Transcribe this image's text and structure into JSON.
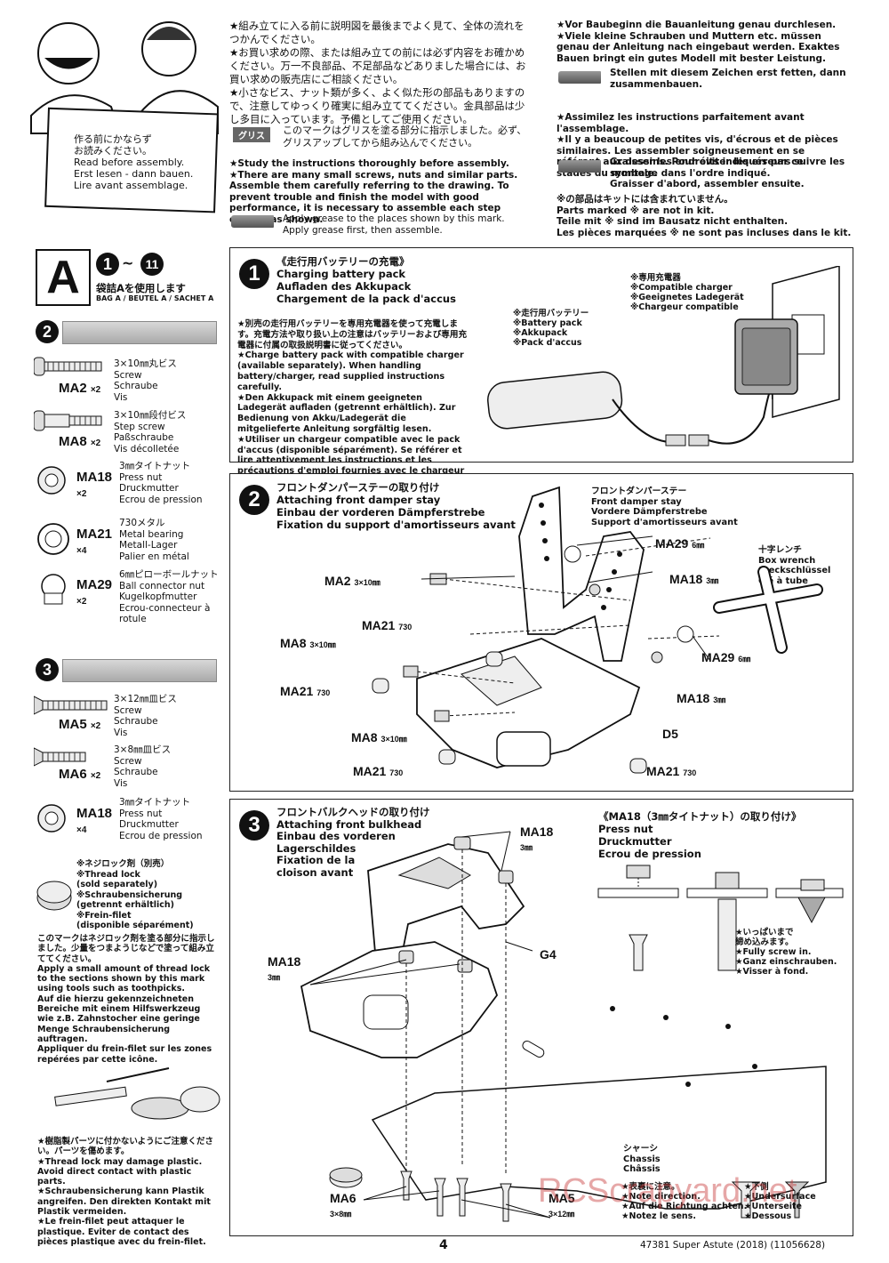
{
  "intro": {
    "jp_caution": "★組み立てに入る前に説明図を最後までよく見て、全体の流れをつかんでください。\n★お買い求めの際、または組み立ての前には必ず内容をお確かめください。万一不良部品、不足部品などありました場合には、お買い求めの販売店にご相談ください。\n★小さなビス、ナット類が多く、よく似た形の部品もありますので、注意してゆっくり確実に組み立ててください。金具部品は少し多目に入っています。予備としてご使用ください。",
    "jp_grease_badge": "グリス",
    "jp_grease": "このマークはグリスを塗る部分に指示しました。必ず、グリスアップしてから組み込んでください。",
    "en_caution": "★Study the instructions thoroughly before assembly.\n★There are many small screws, nuts and similar parts. Assemble them carefully referring to the drawing. To prevent trouble and finish the model with good performance, it is necessary to assemble each step exactly as shown.",
    "en_grease": "Apply grease to the places shown by this mark.\nApply grease first, then assemble.",
    "de_caution": "★Vor Baubeginn die Bauanleitung genau durchlesen.\n★Viele kleine Schrauben und Muttern etc. müssen genau der Anleitung nach eingebaut werden. Exaktes Bauen bringt ein gutes Modell mit bester Leistung.",
    "de_grease": "Stellen mit diesem Zeichen erst fetten, dann zusammenbauen.",
    "fr_caution": "★Assimilez les instructions parfaitement avant l'assemblage.\n★Il y a beaucoup de petites vis, d'écrous et de pièces similaires. Les assembler soigneusement en se référant aux dessins. Pour éviter les erreurs suivre les stades du montage dans l'ordre indiqué.",
    "fr_grease": "Graisser les endroits indiqués par ce symbole.\nGraisser d'abord, assembler ensuite.",
    "notincluded": "※の部品はキットには含まれていません。\nParts marked ※ are not in kit.\nTeile mit ※ sind im Bausatz nicht enthalten.\nLes pièces marquées ※ ne sont pas incluses dans le kit.",
    "board_text": "作る前にかならず\nお読みください。\nRead before assembly.\nErst lesen - dann bauen.\nLire avant assemblage."
  },
  "bag": {
    "letter": "A",
    "range_start": "1",
    "range_sep": "~",
    "range_end": "11",
    "jp": "袋詰Aを使用します",
    "sub": "BAG A / BEUTEL A / SACHET A"
  },
  "parts_step2": {
    "num": "2",
    "items": [
      {
        "code": "MA2",
        "qty": "×2",
        "desc": "3×10㎜丸ビス\nScrew\nSchraube\nVis"
      },
      {
        "code": "MA8",
        "qty": "×2",
        "desc": "3×10㎜段付ビス\nStep screw\nPaßschraube\nVis décolletée"
      },
      {
        "code": "MA18",
        "qty": "×2",
        "desc": "3㎜タイトナット\nPress nut\nDruckmutter\nEcrou de pression"
      },
      {
        "code": "MA21",
        "qty": "×4",
        "desc": "730メタル\nMetal bearing\nMetall-Lager\nPalier en métal"
      },
      {
        "code": "MA29",
        "qty": "×2",
        "desc": "6㎜ピローボールナット\nBall connector nut\nKugelkopfmutter\nEcrou-connecteur à rotule"
      }
    ]
  },
  "parts_step3": {
    "num": "3",
    "items": [
      {
        "code": "MA5",
        "qty": "×2",
        "desc": "3×12㎜皿ビス\nScrew\nSchraube\nVis"
      },
      {
        "code": "MA6",
        "qty": "×2",
        "desc": "3×8㎜皿ビス\nScrew\nSchraube\nVis"
      },
      {
        "code": "MA18",
        "qty": "×4",
        "desc": "3㎜タイトナット\nPress nut\nDruckmutter\nEcrou de pression"
      }
    ]
  },
  "threadlock": {
    "label": "※ネジロック剤（別売）\n※Thread lock\n(sold separately)\n※Schraubensicherung\n(getrennt erhältlich)\n※Frein-filet\n(disponible séparément)",
    "instructions": "このマークはネジロック剤を塗る部分に指示しました。少量をつまようじなどで塗って組み立ててください。\nApply a small amount of thread lock to the sections shown by this mark using tools such as toothpicks.\nAuf die hierzu gekennzeichneten Bereiche mit einem Hilfswerkzeug wie z.B. Zahnstocher eine geringe Menge Schraubensicherung auftragen.\nAppliquer du frein-filet sur les zones repérées par cette icône.",
    "warning": "★樹脂製パーツに付かないようにご注意ください。パーツを傷めます。\n★Thread lock may damage plastic. Avoid direct contact with plastic parts.\n★Schraubensicherung kann Plastik angreifen. Den direkten Kontakt mit Plastik vermeiden.\n★Le frein-filet peut attaquer le plastique. Eviter de contact des pièces plastique avec du frein-filet."
  },
  "step1": {
    "num": "1",
    "title": "《走行用バッテリーの充電》\nCharging battery pack\nAufladen des Akkupack\nChargement de la pack d'accus",
    "body": "★別売の走行用バッテリーを専用充電器を使って充電します。充電方法や取り扱い上の注意はバッテリーおよび専用充電器に付属の取扱説明書に従ってください。\n★Charge battery pack with compatible charger (available separately). When handling battery/charger, read supplied instructions carefully.\n★Den Akkupack mit einem geeigneten Ladegerät aufladen (getrennt erhältlich). Zur Bedienung von Akku/Ladegerät die mitgelieferte Anleitung sorgfältig lesen.\n★Utiliser un chargeur compatible avec le pack d'accus (disponible séparément). Se référer et lire attentivement les instructions et les précautions d'emploi fournies avec le chargeur et la batterie.",
    "battery_label": "※走行用バッテリー\n※Battery pack\n※Akkupack\n※Pack d'accus",
    "charger_label": "※専用充電器\n※Compatible charger\n※Geeignetes Ladegerät\n※Chargeur compatible"
  },
  "step2": {
    "num": "2",
    "title": "フロントダンパーステーの取り付け\nAttaching front damper stay\nEinbau der vorderen Dämpferstrebe\nFixation du support d'amortisseurs avant",
    "stay_label": "フロントダンパーステー\nFront damper stay\nVordere Dämpferstrebe\nSupport d'amortisseurs avant",
    "wrench_label": "十字レンチ\nBox wrench\nSteckschlüssel\nClé à tube",
    "callouts": {
      "ma29a": "MA29",
      "ma29a_s": "6㎜",
      "ma2": "MA2",
      "ma2_s": "3×10㎜",
      "ma18a": "MA18",
      "ma18a_s": "3㎜",
      "ma21a": "MA21",
      "ma21a_s": "730",
      "ma8a": "MA8",
      "ma8a_s": "3×10㎜",
      "ma29b": "MA29",
      "ma29b_s": "6㎜",
      "ma21b": "MA21",
      "ma21b_s": "730",
      "ma18b": "MA18",
      "ma18b_s": "3㎜",
      "ma8b": "MA8",
      "ma8b_s": "3×10㎜",
      "d5": "D5",
      "ma21c": "MA21",
      "ma21c_s": "730",
      "ma21d": "MA21",
      "ma21d_s": "730"
    }
  },
  "step3": {
    "num": "3",
    "title": "フロントバルクヘッドの取り付け\nAttaching front bulkhead\nEinbau des vorderen\nLagerschildes\nFixation de la\ncloison avant",
    "nut_title": "《MA18（3㎜タイトナット）の取り付け》\nPress nut\nDruckmutter\nEcrou de pression",
    "fully": "★いっぱいまで\n締め込みます。\n★Fully screw in.\n★Ganz einschrauben.\n★Visser à fond.",
    "note_dir": "★表裏に注意。\n★Note direction.\n★Auf die Richtung achten.\n★Notez le sens.",
    "underside": "★下側\n★Undersurface\n★Unterseite\n★Dessous",
    "chassis": "シャーシ\nChassis\nChâssis",
    "callouts": {
      "ma18a": "MA18",
      "ma18a_s": "3㎜",
      "ma18b": "MA18",
      "ma18b_s": "3㎜",
      "g4": "G4",
      "ma6": "MA6",
      "ma6_s": "3×8㎜",
      "ma5": "MA5",
      "ma5_s": "3×12㎜"
    }
  },
  "footer": {
    "page": "4",
    "product": "47381 Super Astute (2018) (11056628)",
    "watermark": "RCScrapyard.net"
  }
}
